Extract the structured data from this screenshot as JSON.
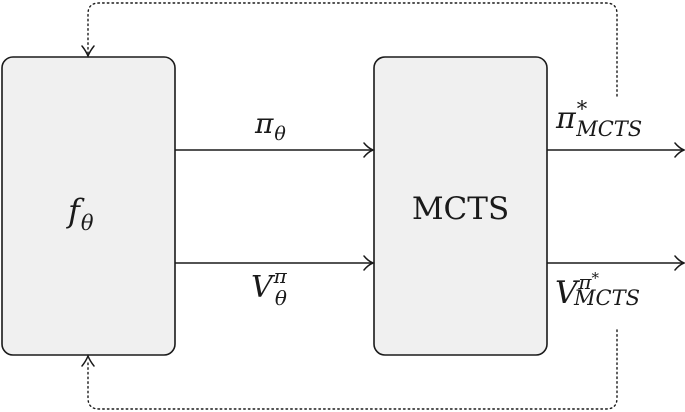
{
  "nodes": {
    "policy_network": {
      "symbol": "f",
      "subscript": "θ"
    },
    "mcts": {
      "label": "MCTS"
    }
  },
  "edges": {
    "policy": {
      "symbol": "π",
      "subscript": "θ"
    },
    "value": {
      "symbol": "V",
      "subscript": "θ",
      "superscript": "π"
    },
    "mcts_policy": {
      "symbol": "π",
      "superscript": "*",
      "subscript": "MCTS"
    },
    "mcts_value": {
      "symbol": "V",
      "superscript": "π",
      "superscript_star": "*",
      "subscript": "MCTS"
    }
  }
}
